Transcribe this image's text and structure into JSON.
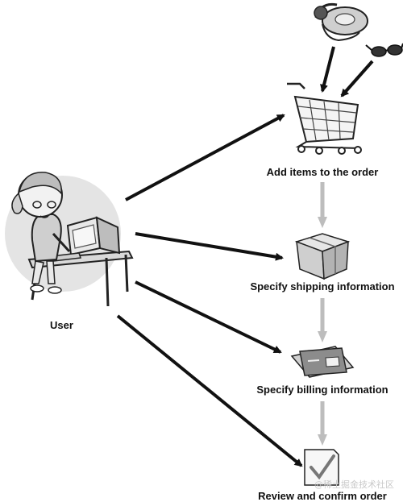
{
  "user": {
    "label": "User"
  },
  "steps": [
    {
      "id": "add-items",
      "label": "Add items to the order",
      "icon": "shopping-cart-icon"
    },
    {
      "id": "shipping",
      "label": "Specify shipping information",
      "icon": "package-icon"
    },
    {
      "id": "billing",
      "label": "Specify billing information",
      "icon": "credit-cards-icon"
    },
    {
      "id": "review",
      "label": "Review and confirm order",
      "icon": "checkmark-document-icon"
    }
  ],
  "source_items": [
    {
      "icon": "headset-cd-player-icon"
    },
    {
      "icon": "sunglasses-icon"
    }
  ],
  "watermark": "@稀土掘金技术社区",
  "colors": {
    "arrow_black": "#111111",
    "arrow_gray": "#bdbdbd",
    "text": "#111111"
  }
}
